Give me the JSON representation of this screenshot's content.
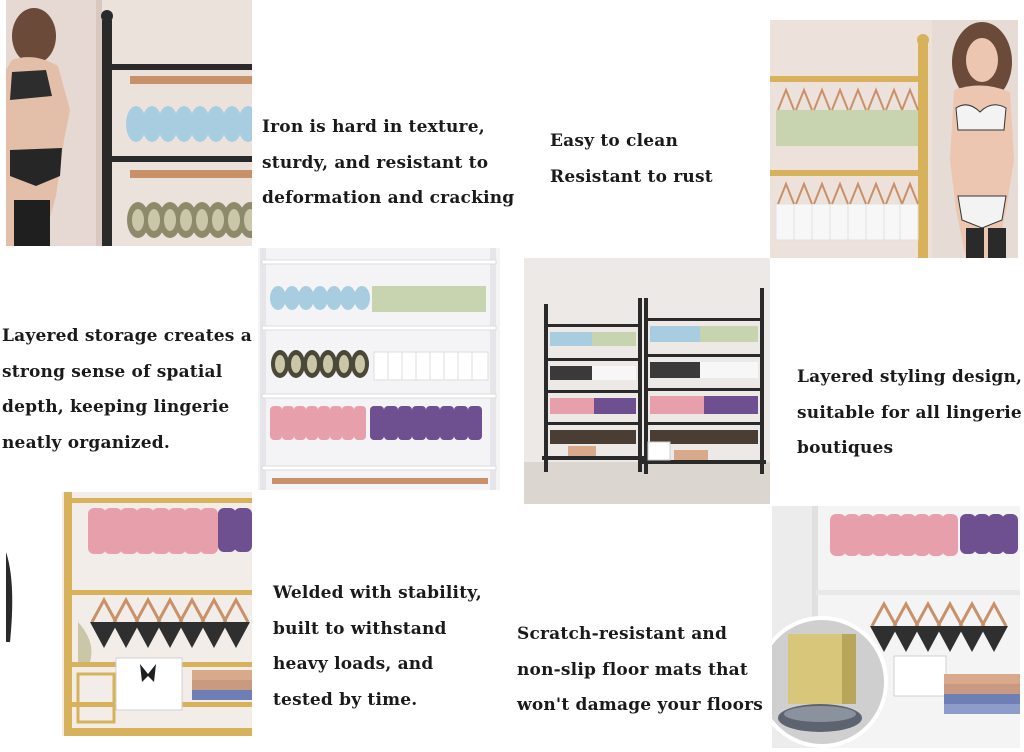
{
  "captions": {
    "iron": [
      "Iron is hard in texture,",
      "sturdy, and resistant to",
      "deformation and cracking"
    ],
    "clean": [
      "Easy to clean",
      "Resistant to rust"
    ],
    "layered_storage": [
      "Layered storage creates a",
      "strong sense of spatial",
      "depth, keeping lingerie",
      "neatly organized."
    ],
    "layered_styling": [
      "Layered styling design,",
      "suitable for all lingerie",
      "boutiques"
    ],
    "welded": [
      "Welded with stability,",
      "built to withstand",
      "heavy loads, and",
      "tested by time."
    ],
    "scratch": [
      "Scratch-resistant and",
      "non-slip floor mats that",
      "won't damage your floors"
    ]
  },
  "colors": {
    "text": "#1a1a1a",
    "rack_black": "#2a2a2a",
    "rack_gold": "#d8b25a",
    "rack_white": "#f2f2f2",
    "bra_blue": "#a9cde0",
    "bra_green": "#c8d3b0",
    "bra_white": "#f7f7f7",
    "bra_pink": "#e7a0ab",
    "bra_purple": "#6e4f8f",
    "bra_black": "#3a3a3a",
    "hanger_wood": "#c8916a"
  }
}
